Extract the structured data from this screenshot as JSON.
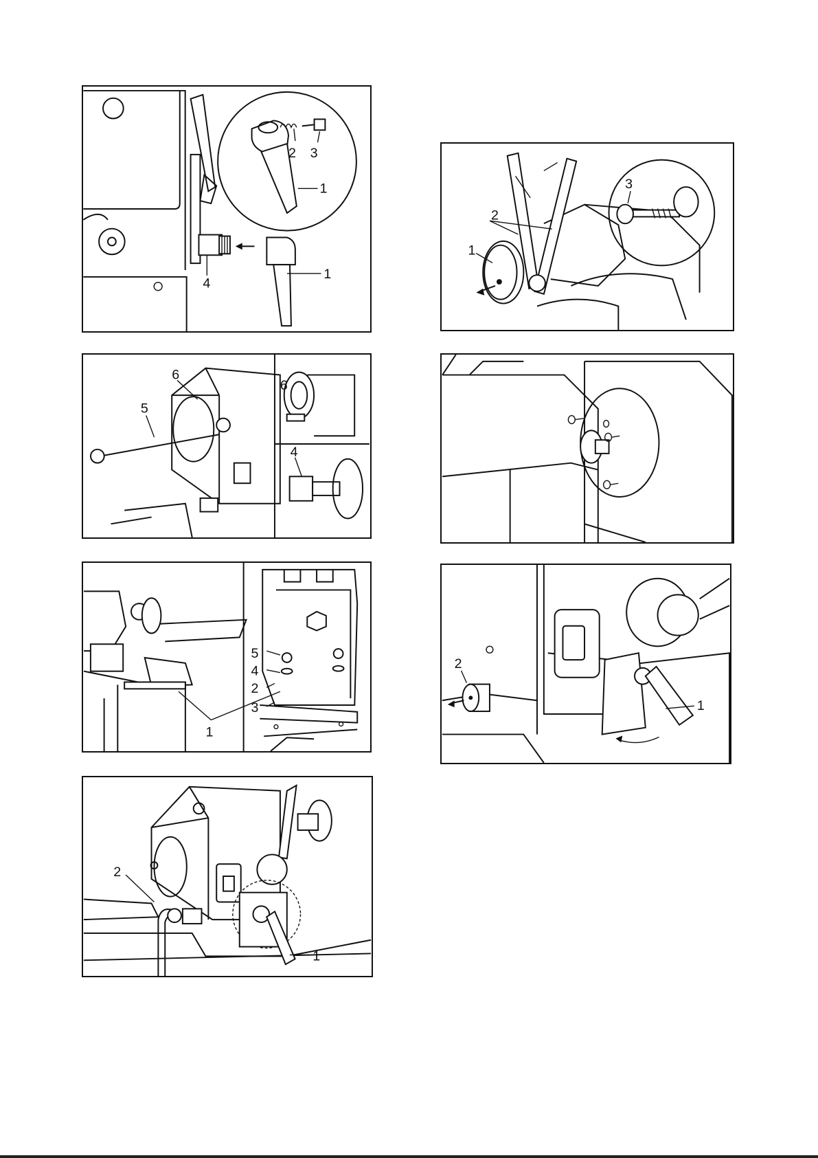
{
  "panels": [
    {
      "id": "p1",
      "callouts": [
        "2",
        "3",
        "1",
        "4",
        "1"
      ]
    },
    {
      "id": "p2",
      "callouts": [
        "3",
        "2",
        "1"
      ]
    },
    {
      "id": "p3",
      "callouts": [
        "6",
        "5",
        "6",
        "4"
      ]
    },
    {
      "id": "p4",
      "callouts": []
    },
    {
      "id": "p5",
      "callouts": [
        "5",
        "4",
        "2",
        "3",
        "1"
      ]
    },
    {
      "id": "p6",
      "callouts": [
        "2",
        "1"
      ]
    },
    {
      "id": "p7",
      "callouts": [
        "2",
        "1"
      ]
    }
  ]
}
